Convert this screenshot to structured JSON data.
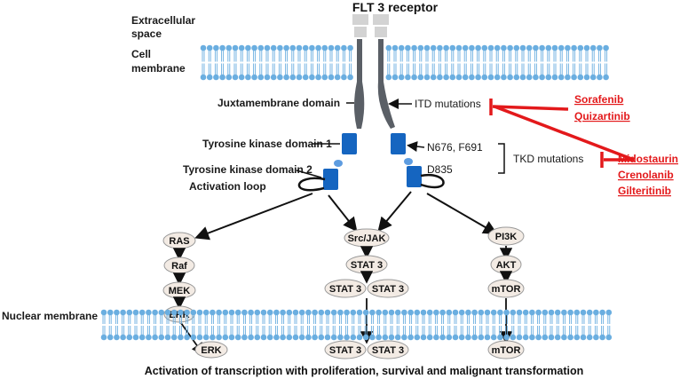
{
  "receptor": {
    "title": "FLT 3 receptor"
  },
  "labels": {
    "extracellular_line1": "Extracellular",
    "extracellular_line2": "space",
    "cell_membrane_line1": "Cell",
    "cell_membrane_line2": "membrane",
    "juxtamembrane": "Juxtamembrane domain",
    "tk_domain_1": "Tyrosine kinase domain 1",
    "tk_domain_2": "Tyrosine kinase domain 2",
    "activation_loop": "Activation loop",
    "nuclear_membrane": "Nuclear membrane"
  },
  "mutations": {
    "itd": "ITD mutations",
    "tkd_sites_1": "N676, F691",
    "tkd_sites_2": "D835",
    "tkd": "TKD mutations"
  },
  "drugs": {
    "itd_inhibitors": [
      "Sorafenib",
      "Quizartinib"
    ],
    "tkd_inhibitors": [
      "Midostaurin",
      "Crenolanib",
      "Gilteritinib"
    ]
  },
  "pathways": {
    "ras": [
      "RAS",
      "Raf",
      "MEK",
      "ERK"
    ],
    "ras_nuclear": "ERK",
    "jak": [
      "Src/JAK",
      "STAT 3"
    ],
    "stat_dimer": [
      "STAT 3",
      "STAT 3"
    ],
    "stat_nuclear": [
      "STAT 3",
      "STAT 3"
    ],
    "pi3k": [
      "PI3K",
      "AKT",
      "mTOR"
    ],
    "pi3k_nuclear": "mTOR"
  },
  "footer": {
    "caption": "Activation of transcription with proliferation, survival and malignant transformation"
  },
  "colors": {
    "membrane": "#6aaee0",
    "receptor_top": "#d0d0d0",
    "receptor_mid": "#5a5f66",
    "kinase": "#1565c0",
    "node_fill": "#f3ebe4",
    "inhibitor": "#e3191b"
  }
}
